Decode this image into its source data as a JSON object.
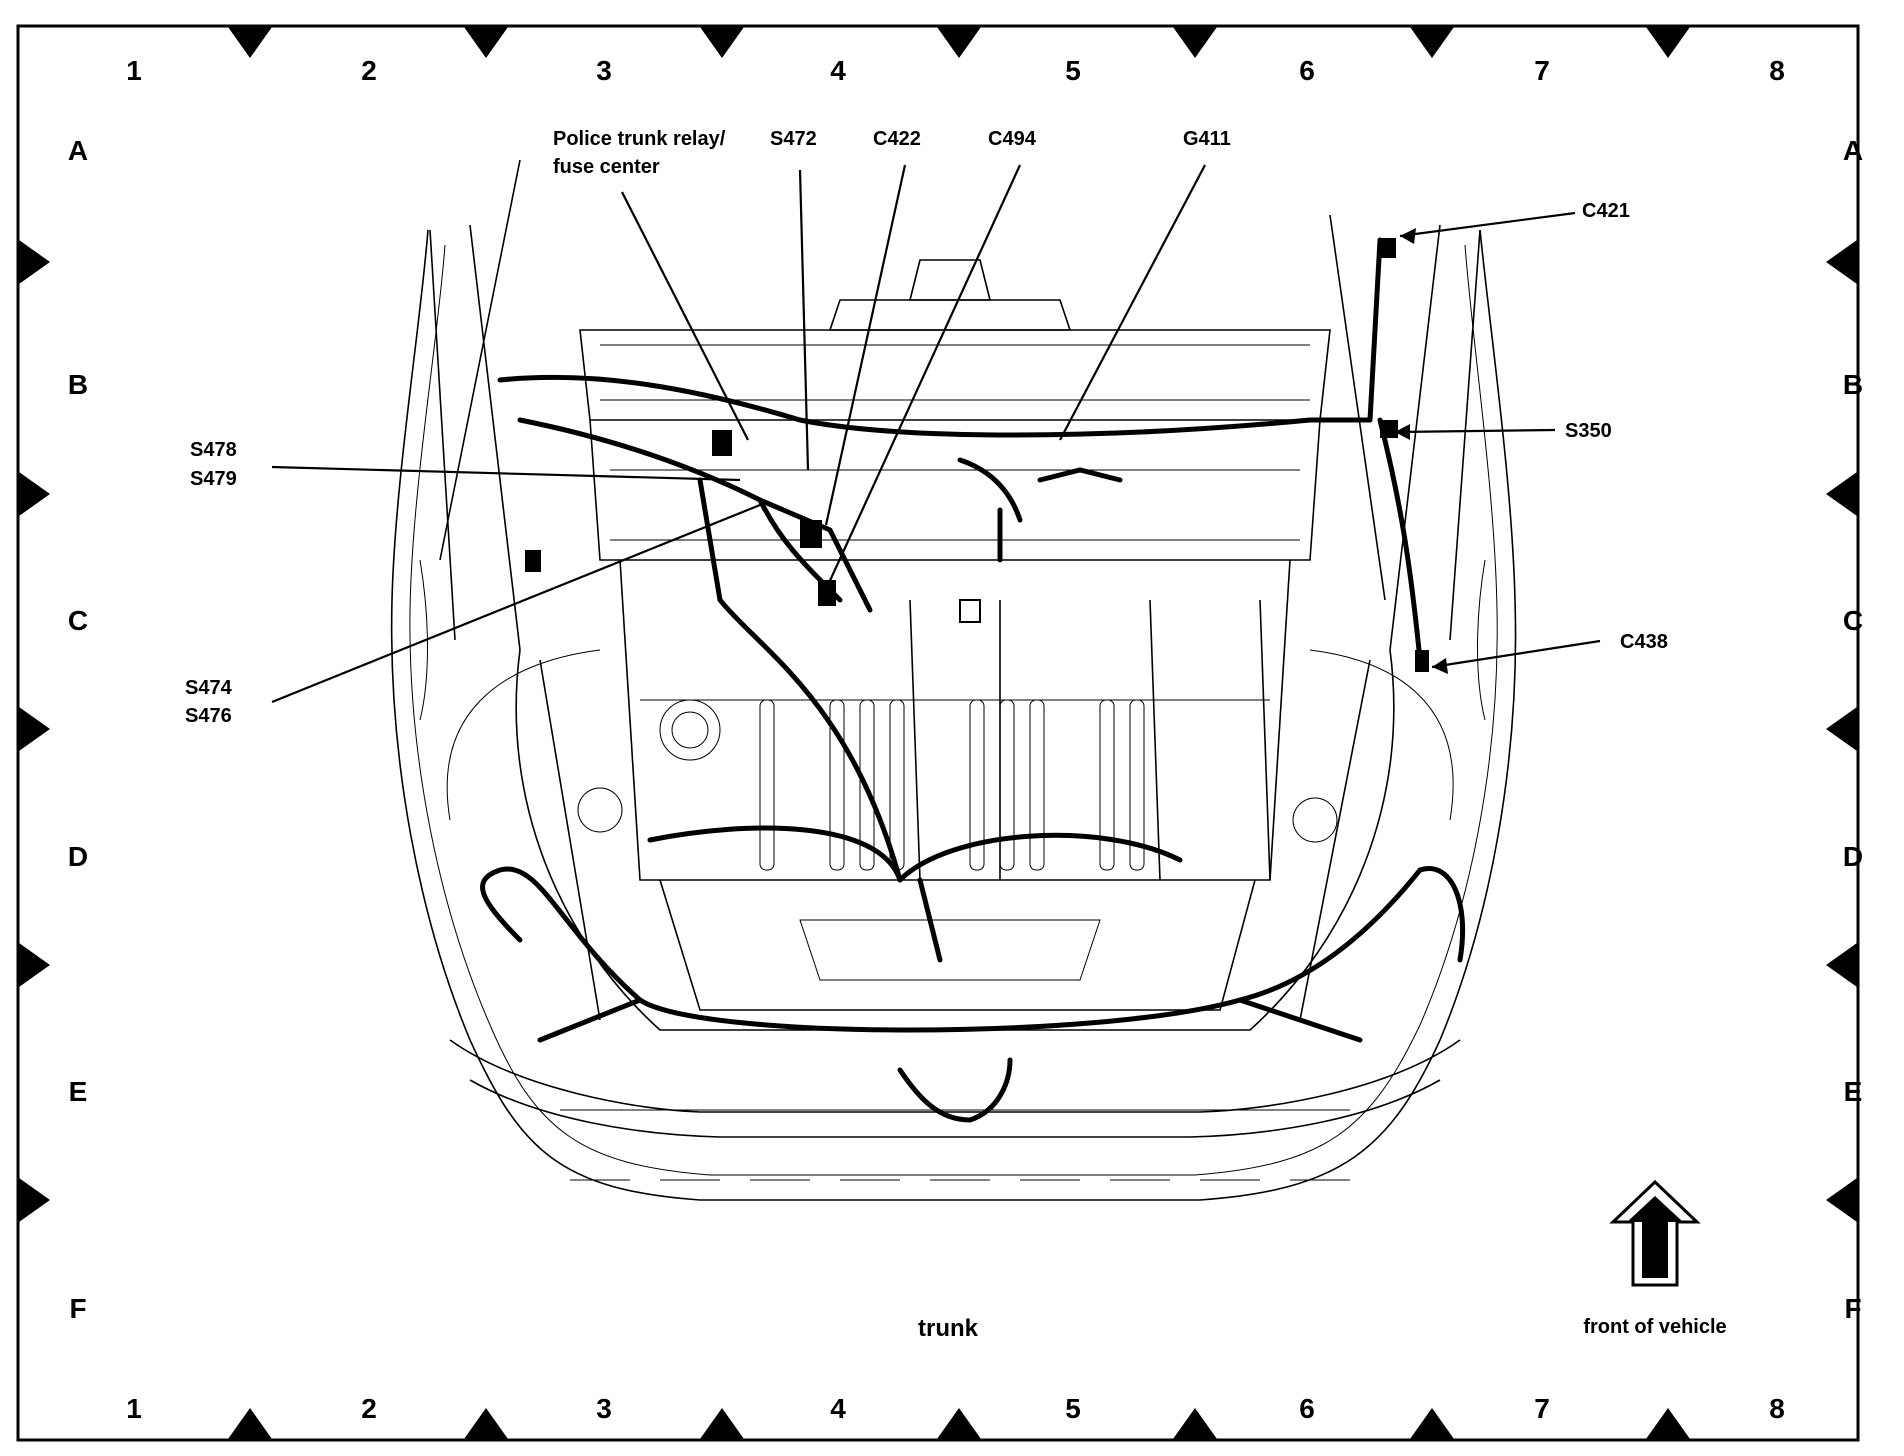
{
  "grid": {
    "columns": [
      "1",
      "2",
      "3",
      "4",
      "5",
      "6",
      "7",
      "8"
    ],
    "rows": [
      "A",
      "B",
      "C",
      "D",
      "E",
      "F"
    ]
  },
  "callouts": {
    "police_relay_line1": "Police trunk relay/",
    "police_relay_line2": "fuse center",
    "s472": "S472",
    "c422": "C422",
    "c494": "C494",
    "g411": "G411",
    "c421": "C421",
    "s350": "S350",
    "c438": "C438",
    "s478": "S478",
    "s479": "S479",
    "s474": "S474",
    "s476": "S476"
  },
  "footer": {
    "trunk": "trunk",
    "front": "front of vehicle"
  }
}
